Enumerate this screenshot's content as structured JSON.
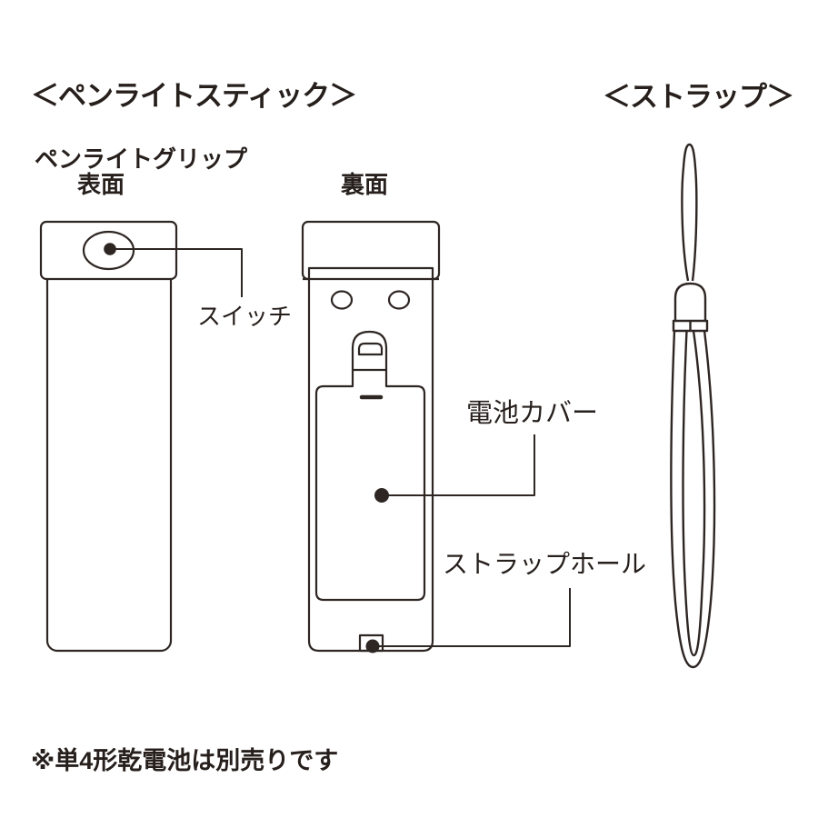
{
  "titles": {
    "penlight_section": "＜ペンライトスティック＞",
    "strap_section": "＜ストラップ＞"
  },
  "labels": {
    "grip": "ペンライトグリップ",
    "front": "表面",
    "back": "裏面",
    "switch": "スイッチ",
    "battery_cover": "電池カバー",
    "strap_hole": "ストラップホール"
  },
  "footnote": "※単4形乾電池は別売りです",
  "colors": {
    "line": "#2e2623",
    "text": "#261f1c",
    "background": "#ffffff"
  }
}
